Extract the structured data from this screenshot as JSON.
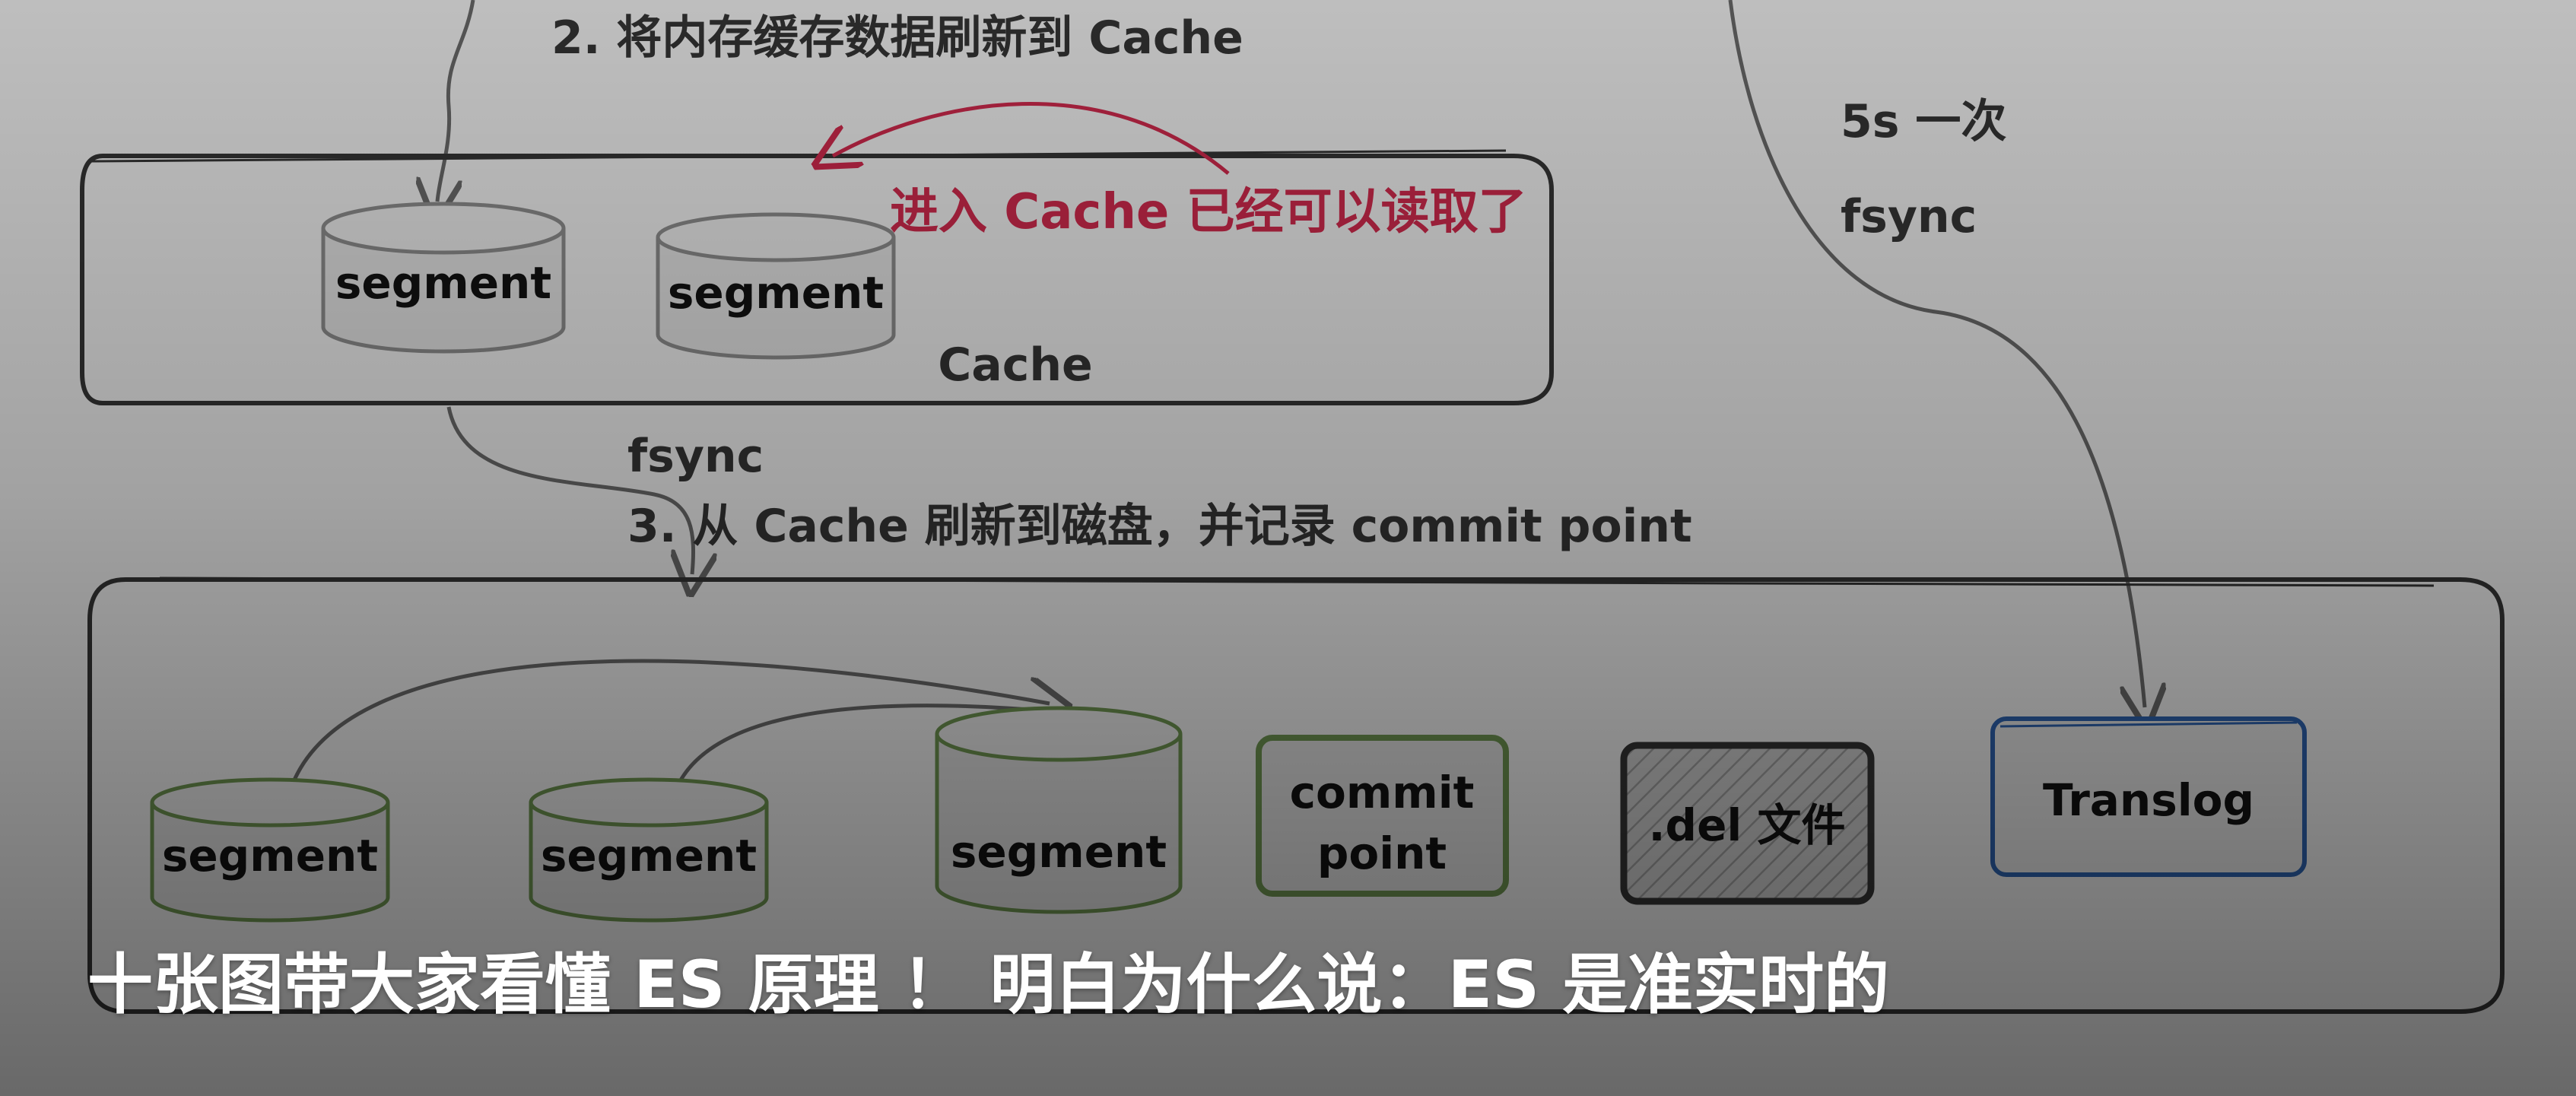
{
  "diagram": {
    "step2_label": "2. 将内存缓存数据刷新到 Cache",
    "readable_note": "进入 Cache 已经可以读取了",
    "cache_label": "Cache",
    "cache_segments": [
      "segment",
      "segment"
    ],
    "fsync_label": "fsync",
    "step3_label": "3. 从 Cache 刷新到磁盘，并记录 commit point",
    "interval_label": "5s 一次",
    "translog_fsync_label": "fsync",
    "disk_segments": [
      "segment",
      "segment",
      "segment"
    ],
    "commit_point": {
      "line1": "commit",
      "line2": "point"
    },
    "del_file_label": ".del 文件",
    "translog_label": "Translog"
  },
  "colors": {
    "background": "#e8e8e8",
    "stroke": "#333333",
    "cylinder_grey": "#888888",
    "cylinder_green": "#6a8f4e",
    "note_red": "#c8284a",
    "translog_blue": "#2d5fa8",
    "del_fill": "#c7c7c7"
  },
  "caption": "十张图带大家看懂 ES 原理 ！ 明白为什么说：ES 是准实时的"
}
